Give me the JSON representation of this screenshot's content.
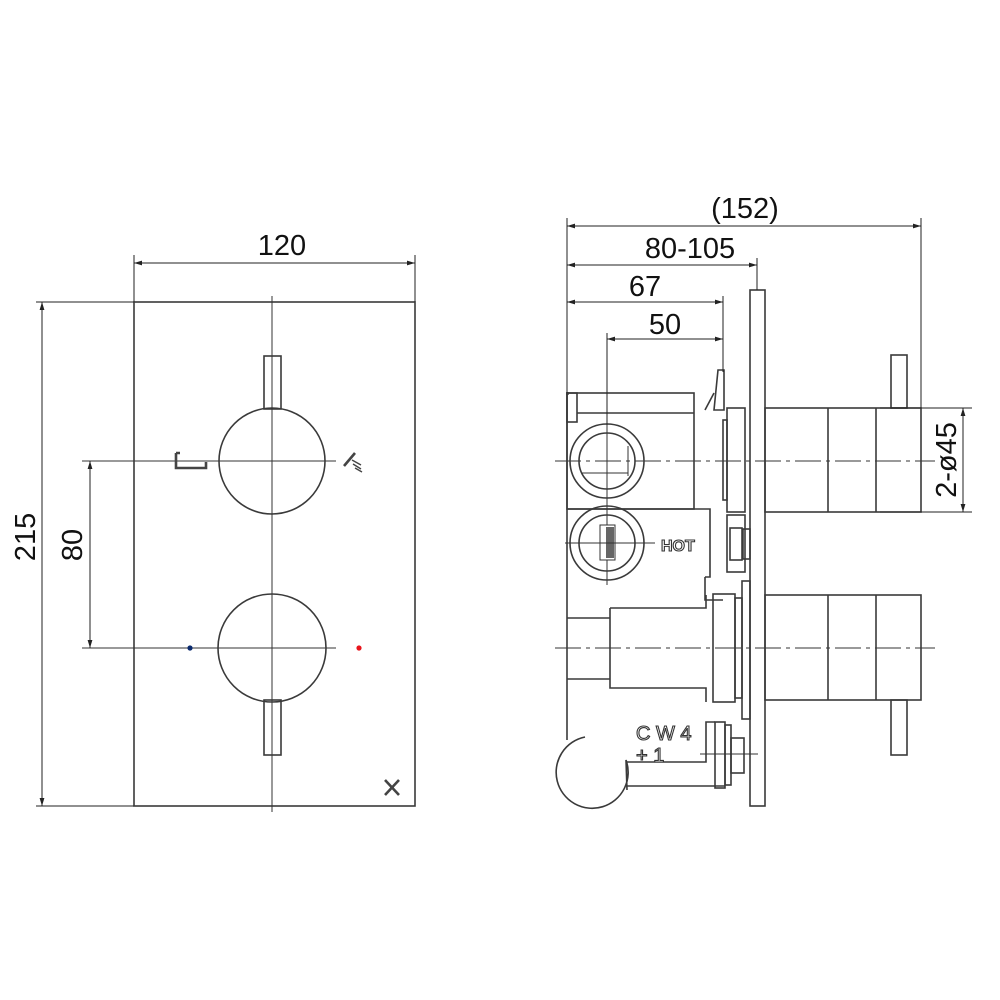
{
  "front_view": {
    "dimensions": {
      "width": "120",
      "height": "215",
      "spacing": "80"
    },
    "indicator_colors": {
      "cold": "#0a2a6e",
      "hot": "#e8141c"
    },
    "icons": [
      "bath-icon",
      "shower-icon",
      "brand-x-logo"
    ]
  },
  "side_view": {
    "dimensions": {
      "overall": "(152)",
      "wall_depth": "80-105",
      "depth_67": "67",
      "depth_50": "50",
      "knob_diameter": "2-ø45"
    },
    "labels": {
      "hot": "HOT",
      "cw": "C W 4",
      "plus": "+ 1"
    }
  }
}
